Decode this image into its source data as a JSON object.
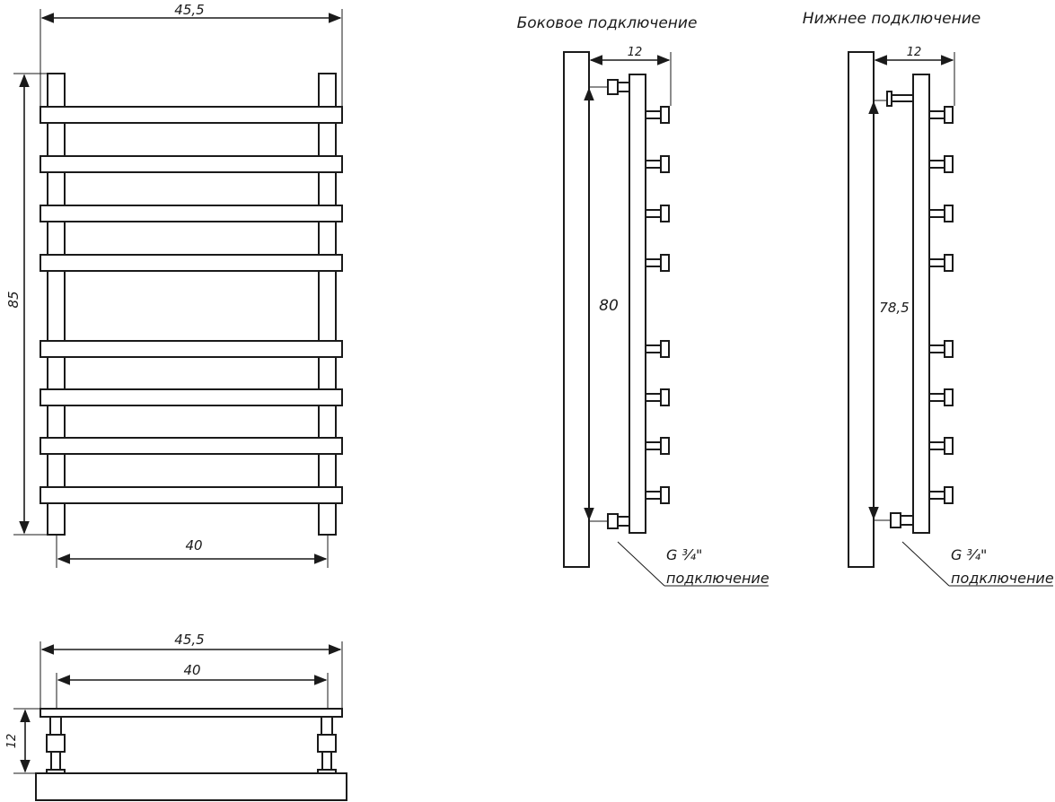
{
  "colors": {
    "ink": "#1a1a1a",
    "paper": "#ffffff"
  },
  "front_view": {
    "width_label": "45,5",
    "height_label": "85",
    "axis_label": "40",
    "rung_count": 8
  },
  "top_view": {
    "width_label": "45,5",
    "axis_label": "40",
    "depth_label": "12"
  },
  "side_connection": {
    "title": "Боковое подключение",
    "depth_label": "12",
    "axis_label": "80",
    "thread_label": "G ¾\"",
    "connection_label": "подключение"
  },
  "bottom_connection": {
    "title": "Нижнее подключение",
    "depth_label": "12",
    "axis_label": "78,5",
    "thread_label": "G ¾\"",
    "connection_label": "подключение"
  }
}
